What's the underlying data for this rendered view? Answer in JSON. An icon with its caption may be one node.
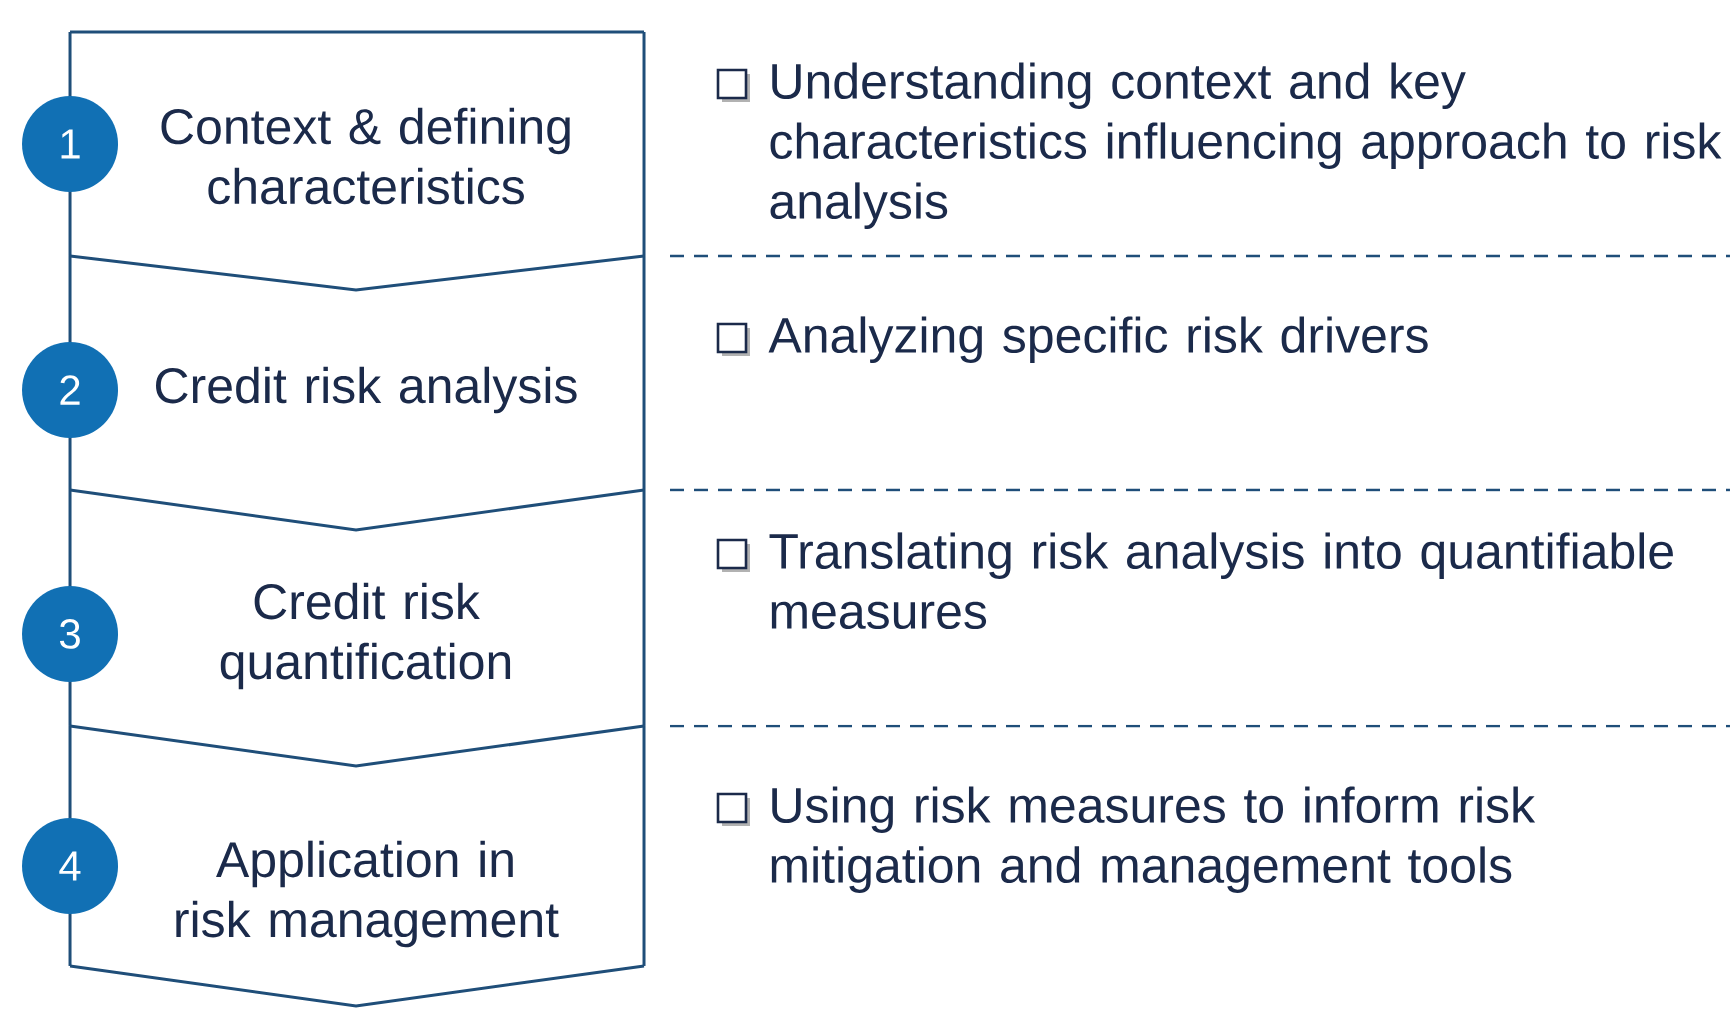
{
  "diagram": {
    "nodes": [
      {
        "text": [
          "Context & defining characteristics"
        ]
      },
      {
        "text": [
          "Credit risk analysis"
        ]
      },
      {
        "text": [
          "Credit risk quantification"
        ]
      },
      {
        "text": [
          "Application in risk management"
        ]
      },
      {
        "text": [
          "1"
        ]
      },
      {
        "text": [
          "2"
        ]
      },
      {
        "text": [
          "3"
        ]
      },
      {
        "text": [
          "4"
        ]
      }
    ],
    "labels": [
      "Understanding context and key characteristics influencing approach to risk analysis",
      "Analyzing specific risk drivers",
      "Translating risk analysis into quantifiable measures",
      "Using risk measures to inform risk mitigation and management tools"
    ]
  }
}
